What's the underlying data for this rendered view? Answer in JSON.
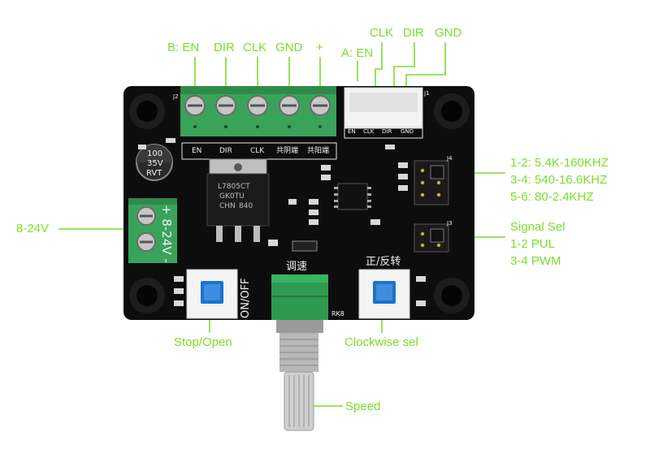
{
  "callouts": {
    "top_b": [
      "B: EN",
      "DIR",
      "CLK",
      "GND",
      "+"
    ],
    "top_a_prefix": "A: EN",
    "top_a": [
      "CLK",
      "DIR",
      "GND"
    ],
    "freq_lines": [
      "1-2: 5.4K-160KHZ",
      "3-4: 540-16.6KHZ",
      "5-6: 80-2.4KHZ"
    ],
    "signal_lines": [
      "Signal Sel",
      "1-2 PUL",
      "3-4 PWM"
    ],
    "power": "8-24V",
    "stop_open": "Stop/Open",
    "clockwise": "Clockwise sel",
    "speed": "Speed"
  },
  "board": {
    "b_terminal_silk": [
      "EN",
      "DIR",
      "CLK",
      "共阴端",
      "共阳端"
    ],
    "a_connector_silk": [
      "EN",
      "CLK",
      "DIR",
      "GND"
    ],
    "cap_text": [
      "100",
      "35V",
      "RVT"
    ],
    "regulator_text": [
      "L7805CT",
      "GK0TU",
      "CHN",
      "840"
    ],
    "power_silk": "+ 8-24V -",
    "onoff_silk": "ON/OFF",
    "speed_silk": "调速",
    "direction_silk": "正/反转",
    "pot_silk": "RK8",
    "j_labels": [
      "J2",
      "J1",
      "J4",
      "J3"
    ]
  },
  "colors": {
    "callout": "#7ddc2c",
    "pcb": "#0d0d0d",
    "terminal": "#3aa35a",
    "button_cap": "#1e73c8"
  }
}
